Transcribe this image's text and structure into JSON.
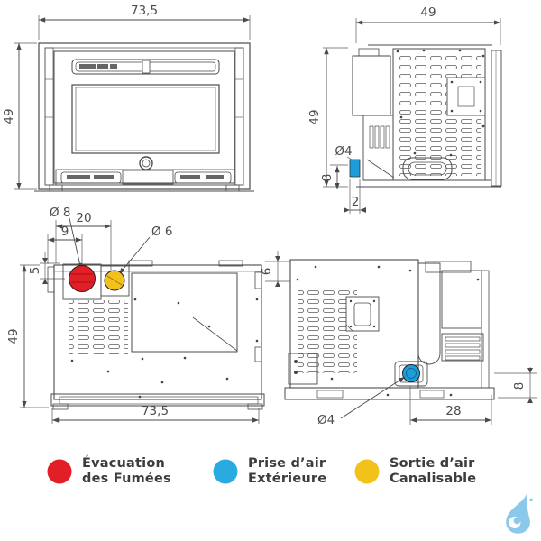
{
  "colors": {
    "line": "#4a4a4a",
    "dim_text": "#4d4d4d",
    "red": "#e21e26",
    "yellow": "#f2c11c",
    "blue_marker": "#1d9cd9",
    "legend_text": "#3d3d3d",
    "logo_blue": "#8bc8ea"
  },
  "views": {
    "front": {
      "width": "73,5",
      "height": "49"
    },
    "side_top": {
      "width": "49",
      "height": "49",
      "inlet_diameter": "Ø4",
      "inlet_height": "8",
      "inlet_offset": "2"
    },
    "rear": {
      "flue_diameter": "Ø 8",
      "dim_20": "20",
      "dim_9": "9",
      "duct_diameter": "Ø 6",
      "dim_5": "5",
      "dim_6": "6",
      "height": "49",
      "width": "73,5"
    },
    "side_bottom": {
      "air_diameter": "Ø4",
      "dim_28": "28",
      "dim_8": "8"
    }
  },
  "legend": {
    "items": [
      {
        "name": "evacuation-fumees",
        "color": "#e21e26",
        "line1": "Évacuation",
        "line2": "des Fumées"
      },
      {
        "name": "prise-air-exterieure",
        "color": "#29abe2",
        "line1": "Prise d’air",
        "line2": "Extérieure"
      },
      {
        "name": "sortie-air-canalisable",
        "color": "#f2c11c",
        "line1": "Sortie d’air",
        "line2": "Canalisable"
      }
    ]
  }
}
